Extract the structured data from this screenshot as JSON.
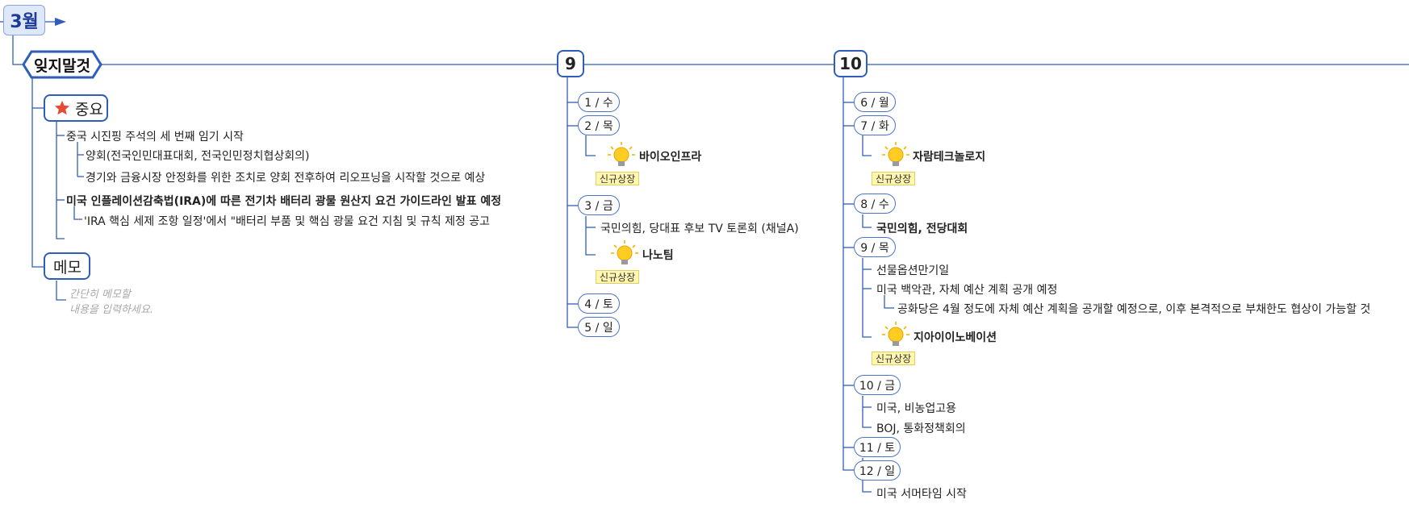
{
  "month": "3월",
  "root": "잊지말것",
  "days": {
    "nine": "9",
    "ten": "10"
  },
  "important": {
    "label": "중요",
    "item1": "중국 시진핑 주석의 세 번째 임기 시작",
    "item1_sub1": "양회(전국인민대표대회,   전국인민정치협상회의)",
    "item1_sub2": "경기와 금융시장 안정화를 위한 조치로 양회 전후하여 리오프닝을 시작할 것으로 예상",
    "item2": "미국 인플레이션감축법(IRA)에 따른 전기차 배터리 광물 원산지 요건 가이드라인 발표 예정",
    "item2_sub1": "'IRA 핵심 세제 조항 일정'에서 \"배터리 부품 및 핵심 광물 요건 지침 및 규칙 제정 공고"
  },
  "memo": {
    "label": "메모",
    "line1": "간단히 메모할",
    "line2": "내용을  입력하세요."
  },
  "week9": {
    "d1": "1 / 수",
    "d2": "2 / 목",
    "d2_company": "바이오인프라",
    "d2_badge": "신규상장",
    "d3": "3 / 금",
    "d3_event": "국민의힘, 당대표 후보 TV 토론회 (채널A)",
    "d3_company": "나노팀",
    "d3_badge": "신규상장",
    "d4": "4 / 토",
    "d5": "5 / 일"
  },
  "week10": {
    "d6": "6 / 월",
    "d7": "7 / 화",
    "d7_company": "자람테크놀로지",
    "d7_badge": "신규상장",
    "d8": "8 / 수",
    "d8_event": "국민의힘,  전당대회",
    "d9": "9 / 목",
    "d9_e1": "선물옵션만기일",
    "d9_e2": "미국 백악관, 자체 예산 계획 공개 예정",
    "d9_e2_sub": "공화당은 4월 정도에 자체 예산 계획을 공개할 예정으로, 이후 본격적으로 부채한도 협상이 가능할 것",
    "d9_company": "지아이이노베이션",
    "d9_badge": "신규상장",
    "d10": "10 / 금",
    "d10_e1": "미국,  비농업고용",
    "d10_e2": "BOJ,  통화정책회의",
    "d11": "11 / 토",
    "d12": "12 / 일",
    "d12_e1": "미국 서머타임 시작"
  },
  "colors": {
    "line": "#2f5db8",
    "badge_bg": "#fff6b0",
    "star": "#e54b36",
    "bulb": "#ffcc22"
  }
}
